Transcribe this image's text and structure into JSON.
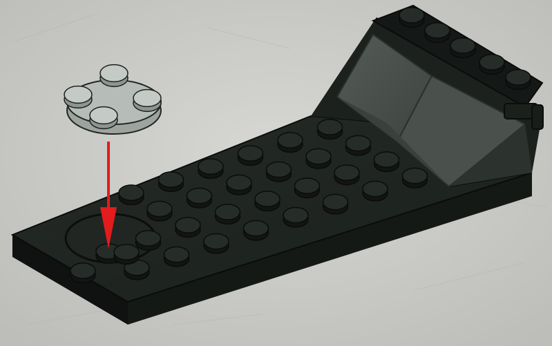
{
  "step": {
    "kind": "building-instruction-step",
    "new_part": "round-plate-2x2",
    "base_part": "wedge-plate-with-slope-and-clip",
    "action_arrow": "down-arrow-icon"
  },
  "colors": {
    "background": "#c9c9c6",
    "base_dark": "#161a17",
    "base_mid": "#232925",
    "slope_light": "#4b524d",
    "slope_shadow": "#343b36",
    "new_part_fill": "#b6bcb8",
    "new_part_edge": "#222622",
    "arrow": "#e21c1c"
  }
}
